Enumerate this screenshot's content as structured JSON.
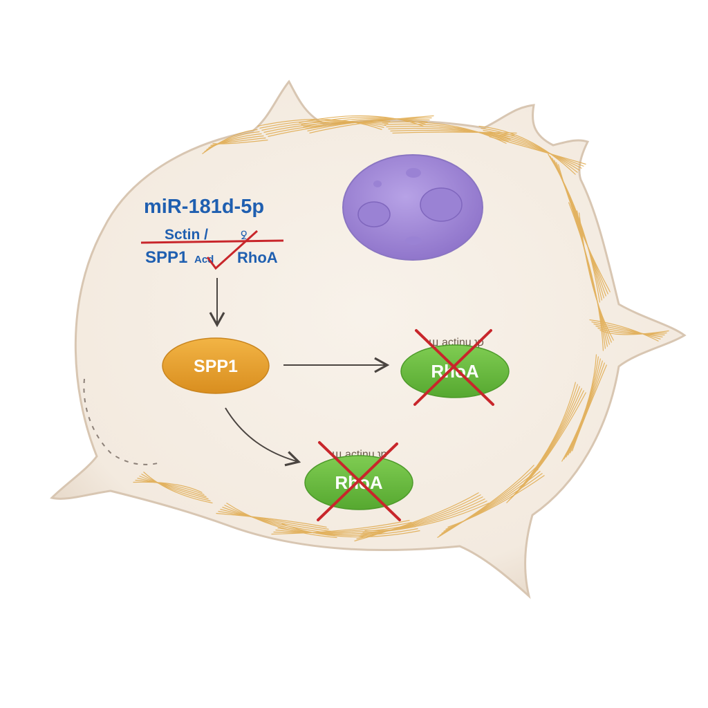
{
  "labels": {
    "mirna": "miR-181d-5p",
    "line2": "Sctin /",
    "line2_suffix": "ꝿ",
    "line3_left": "SPP1",
    "line3_mid": "Acd",
    "line3_right": "RhoA",
    "spp1_node": "SPP1",
    "rhoa_node_1": "RhoA",
    "rhoa_node_2": "RhoA",
    "garble_1": "ꟺ actinu ꝕ",
    "garble_2": "ꟺ actinu ꝕ"
  },
  "colors": {
    "mirna_text": "#1f5fb0",
    "spp1_fill": "#e8a12e",
    "rhoa_fill": "#6bbf3e",
    "strike_red": "#c8262b",
    "nucleus": "#a98fd9",
    "cell_fill": "#f6efe6",
    "fibers": "#e0a94a"
  },
  "icons": {
    "nucleus": "nucleus-icon",
    "cross": "cross-out-icon"
  }
}
